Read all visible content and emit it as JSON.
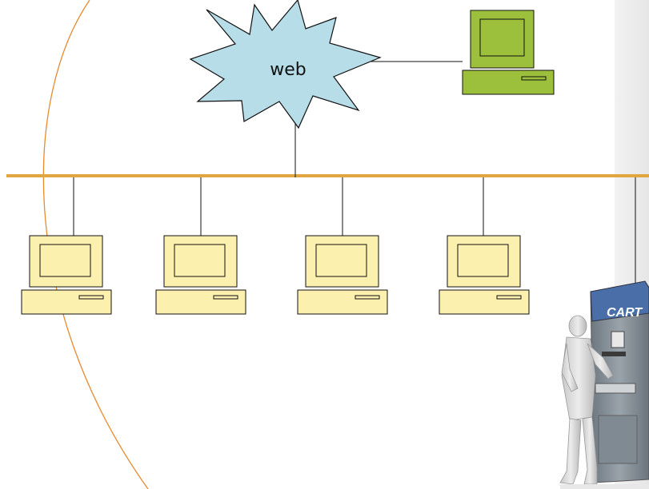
{
  "diagram": {
    "cloud": {
      "label": "web"
    },
    "kiosk": {
      "label": "CART"
    },
    "colors": {
      "background": "#ffffff",
      "side_panel": "#eeeeee",
      "bus": "#e2a640",
      "arc": "#e88a2e",
      "cloud_fill": "#b7dde8",
      "remote_computer": "#9dc03c",
      "lan_computer": "#fbf0ae",
      "kiosk_body": "#7f8a92",
      "kiosk_top": "#4a6fa8"
    },
    "icons": [
      "cloud-icon",
      "remote-computer-icon",
      "computer-icon",
      "kiosk-icon"
    ],
    "lan_computer_count": 4
  }
}
